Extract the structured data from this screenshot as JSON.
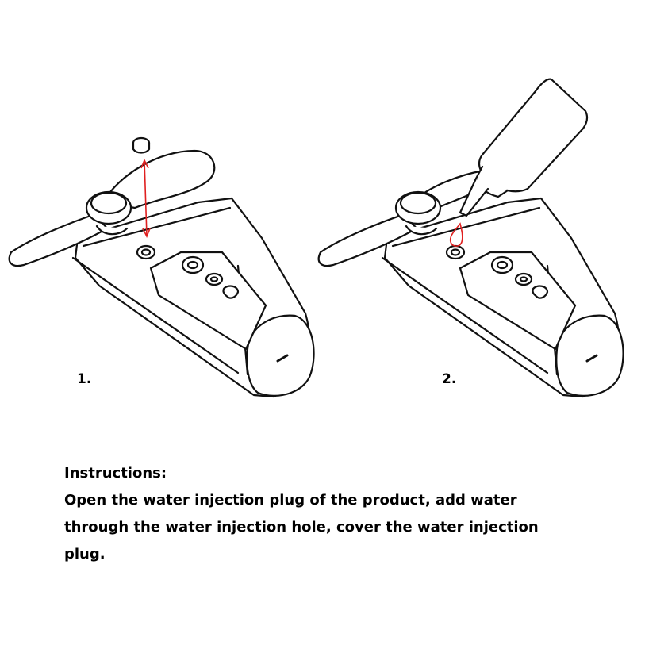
{
  "steps": [
    {
      "label": "1."
    },
    {
      "label": "2."
    }
  ],
  "instructions": {
    "heading": "Instructions:",
    "body": "Open the water injection plug of the product, add water through the water injection hole, cover the water injection plug."
  },
  "colors": {
    "line": "#111111",
    "accent": "#e02020",
    "background": "#ffffff"
  },
  "icons": [
    "fan-icon",
    "water-plug-icon",
    "water-bottle-icon",
    "arrow-icon",
    "water-drop-icon"
  ]
}
